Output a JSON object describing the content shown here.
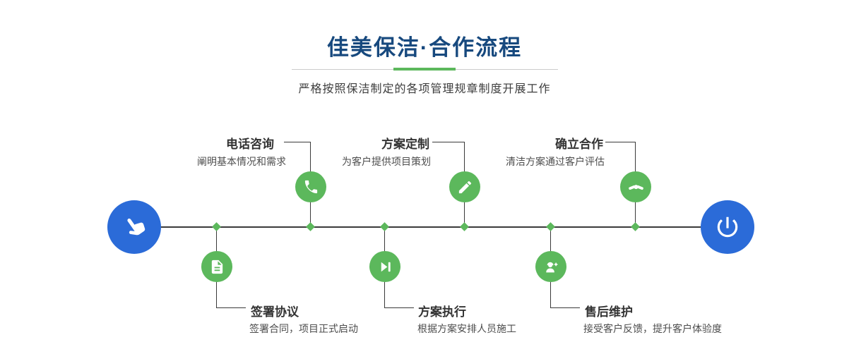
{
  "header": {
    "title": "佳美保洁·合作流程",
    "subtitle": "严格按照保洁制定的各项管理规章制度开展工作"
  },
  "colors": {
    "accent_green": "#5cb85c",
    "endpoint_blue": "#2b6bd8",
    "title_navy": "#17497e",
    "line_dark": "#3a3a3a"
  },
  "timeline": {
    "start_icon": "hand-pointer-icon",
    "end_icon": "power-icon",
    "steps": [
      {
        "title": "电话咨询",
        "desc": "阐明基本情况和需求",
        "icon": "phone-icon",
        "position": "above"
      },
      {
        "title": "签署协议",
        "desc": "签署合同，项目正式启动",
        "icon": "document-pen-icon",
        "position": "below"
      },
      {
        "title": "方案定制",
        "desc": "为客户提供项目策划",
        "icon": "design-tools-icon",
        "position": "above"
      },
      {
        "title": "方案执行",
        "desc": "根据方案安排人员施工",
        "icon": "play-icon",
        "position": "below"
      },
      {
        "title": "确立合作",
        "desc": "清洁方案通过客户评估",
        "icon": "handshake-icon",
        "position": "above"
      },
      {
        "title": "售后维护",
        "desc": "接受客户反馈，提升客户体验度",
        "icon": "support-agent-icon",
        "position": "below"
      }
    ]
  }
}
